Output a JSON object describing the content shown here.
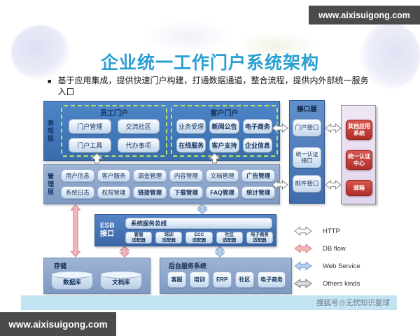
{
  "watermarks": {
    "top_right": "www.aixisuigong.com",
    "bottom_left": "www.aixisuigong.com"
  },
  "header": {
    "title": "企业统一工作门户系统架构",
    "bullet_marker": "■",
    "bullet": "基于应用集成，提供快速门户构建，打通数据通道，整合流程，提供内外部统一服务入口"
  },
  "presentation": {
    "layer_label": "表现层",
    "employee_portal": {
      "title": "员工门户",
      "items": [
        "门户管理",
        "交流社区",
        "门户工具",
        "代办事项"
      ]
    },
    "customer_portal": {
      "title": "客户门户",
      "items": [
        "业务受理",
        "新闻公告",
        "电子商务",
        "在线服务",
        "客户支持",
        "企业信息"
      ]
    }
  },
  "management": {
    "layer_label": "管理层",
    "row1": [
      "用户信息",
      "客户服务",
      "调查管理",
      "内容管理",
      "文档管理",
      "广告管理"
    ],
    "row2": [
      "系统日志",
      "权限管理",
      "链接管理",
      "下载管理",
      "FAQ管理",
      "统计管理"
    ]
  },
  "esb": {
    "label_line1": "ESB",
    "label_line2": "接口",
    "bus": "系统服务总线",
    "adapters": [
      {
        "l1": "客服",
        "l2": "适配器"
      },
      {
        "l1": "培训",
        "l2": "适配器"
      },
      {
        "l1": "ECC",
        "l2": "适配器"
      },
      {
        "l1": "社区",
        "l2": "适配器"
      },
      {
        "l1": "电子商务",
        "l2": "适配器"
      }
    ]
  },
  "storage": {
    "title": "存储",
    "items": [
      "数据库",
      "文档库"
    ]
  },
  "backend": {
    "title": "后台服务系统",
    "items": [
      "客服",
      "培训",
      "ERP",
      "社区",
      "电子商务"
    ]
  },
  "interface_layer": {
    "title": "接口层",
    "items": [
      "门户接口",
      "统一认证接口",
      "邮件接口"
    ]
  },
  "external_systems": {
    "items": [
      "其他应用系统",
      "统一认证中心",
      "邮箱"
    ]
  },
  "legend": {
    "items": [
      {
        "label": "HTTP",
        "color": "#fdfdfd"
      },
      {
        "label": "DB flow",
        "color": "#f2b6ba"
      },
      {
        "label": "Web Service",
        "color": "#b5cfee"
      },
      {
        "label": "Others kinds",
        "color": "#d7d7d7"
      }
    ]
  },
  "footer_credit": "搜狐号@无忧知识星球",
  "colors": {
    "title": "#2aa0d2",
    "presentation_box": "#3f73b3",
    "management_box": "#8ca7cc",
    "esb_box": "#4674b5",
    "interface_box": "#4f7cba",
    "external_panel": "#eae0f2",
    "node_red": "#c64a44",
    "dashed_border": "#b6e06a",
    "footer_strip": "#c2e3f2",
    "watermark_bg": "#4b4b4b"
  }
}
